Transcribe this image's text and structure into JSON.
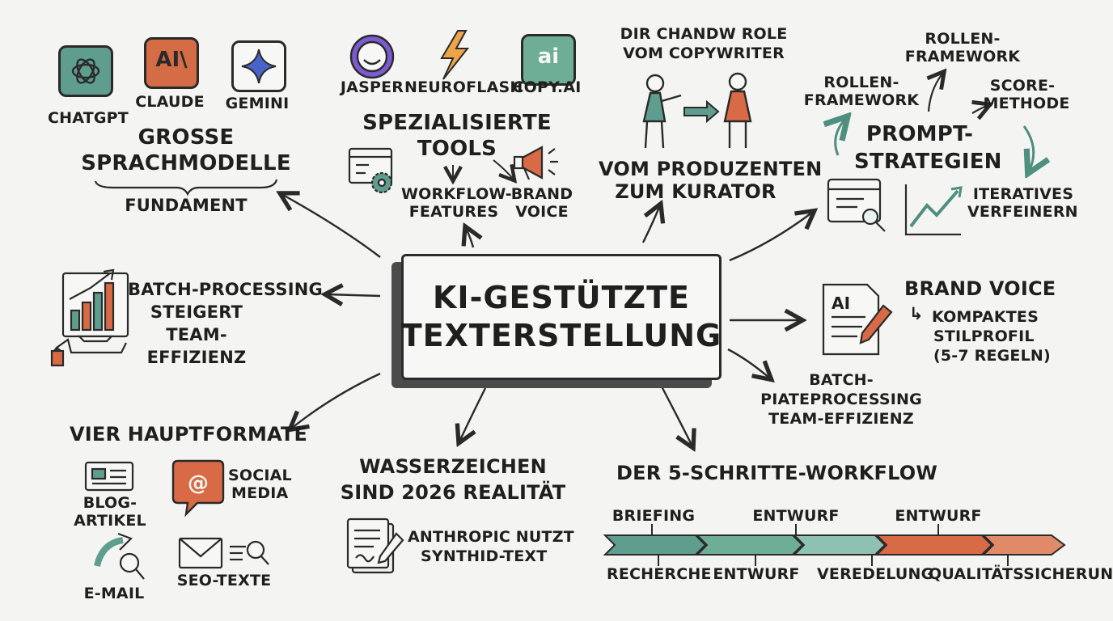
{
  "center": {
    "line1": "KI-GESTÜTZTE",
    "line2": "TEXTERSTELLUNG"
  },
  "llm": {
    "apps": [
      "CHATGPT",
      "CLAUDE",
      "GEMINI"
    ],
    "title1": "GROSSE",
    "title2": "SPRACHMODELLE",
    "subtitle": "FUNDAMENT",
    "tile_text": "AI\\"
  },
  "tools": {
    "apps": [
      "JASPER",
      "NEUROFLASH",
      "COPY.AI"
    ],
    "copyai_tile": "ai",
    "title1": "SPEZIALISIERTE",
    "title2": "TOOLS",
    "sub1a": "WORKFLOW-",
    "sub1b": "FEATURES",
    "sub2a": "BRAND",
    "sub2b": "VOICE"
  },
  "role": {
    "top1": "DIR CHANDW ROLE",
    "top2": "VOM COPYWRITER",
    "bottom1": "VOM PRODUZENTEN",
    "bottom2": "ZUM KURATOR"
  },
  "prompt": {
    "rf_top1": "ROLLEN-",
    "rf_top2": "FRAMEWORK",
    "rf_left1": "ROLLEN-",
    "rf_left2": "FRAMEWORK",
    "score1": "SCORE-",
    "score2": "METHODE",
    "title1": "PROMPT-",
    "title2": "STRATEGIEN",
    "iter1": "ITERATIVES",
    "iter2": "VERFEINERN"
  },
  "brand": {
    "title": "BRAND VOICE",
    "arrow": "↳",
    "line1": "KOMPAKTES",
    "line2": "STILPROFIL",
    "line3": "(5-7 REGELN)",
    "doc_label": "AI"
  },
  "batch_right": {
    "line1": "BATCH-",
    "line2": "PIATEPROCESSING",
    "line3": "TEAM-EFFIZIENZ"
  },
  "batch_left": {
    "line1": "BATCH-PROCESSING",
    "line2": "STEIGERT",
    "line3": "TEAM-",
    "line4": "EFFIZIENZ"
  },
  "formats": {
    "title": "VIER HAUPTFORMATE",
    "blog1": "BLOG-",
    "blog2": "ARTIKEL",
    "social1": "SOCIAL",
    "social2": "MEDIA",
    "email": "E-MAIL",
    "seo": "SEO-TEXTE"
  },
  "watermark": {
    "title1": "WASSERZEICHEN",
    "title2": "SIND 2026 REALITÄT",
    "sub1": "ANTHROPIC NUTZT",
    "sub2": "SYNTHID-TEXT"
  },
  "workflow": {
    "title": "DER 5-SCHRITTE-WORKFLOW",
    "top_labels": [
      "BRIEFING",
      "ENTWURF",
      "ENTWURF"
    ],
    "bottom_labels": [
      "RECHERCHE",
      "ENTWURF",
      "VEREDELUNG",
      "QUALITÄTSSICHERUNG"
    ]
  },
  "colors": {
    "teal": "#5f9e8f",
    "orange": "#d86a45",
    "dark": "#2a2a2a",
    "chatgpt": "#5f9e8f",
    "claude": "#d46c45",
    "gemini_star": "#4a63c8",
    "copyai": "#6fae96"
  }
}
